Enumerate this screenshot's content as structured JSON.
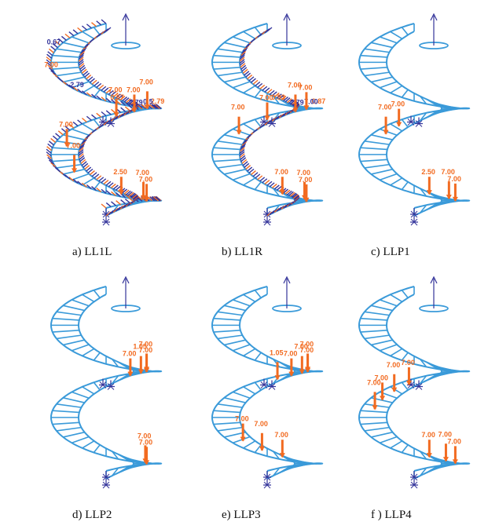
{
  "figure": {
    "colors": {
      "structure": "#3a9ad9",
      "load": "#f26b21",
      "line_load": "#33339a"
    },
    "panels": [
      {
        "id": "a",
        "caption": "a)  LL1L",
        "line_loads": "both-sides",
        "point_loads": [
          {
            "t": 0.11,
            "label": "7.00"
          },
          {
            "t": 0.16,
            "label": "7.00"
          },
          {
            "t": 0.22,
            "label": "2.50"
          },
          {
            "t": 0.32,
            "label": "7.00"
          },
          {
            "t": 0.4,
            "label": "7.00"
          },
          {
            "t": 0.52,
            "label": "7.00"
          },
          {
            "t": 0.56,
            "label": "7.00"
          },
          {
            "t": 0.62,
            "label": "7.00"
          }
        ],
        "scatter_labels": [
          "2.79",
          "2.79",
          "0.5",
          "0.67",
          "2.79",
          "7.00",
          "0.67"
        ]
      },
      {
        "id": "b",
        "caption": "b)  LL1R",
        "line_loads": "inner-side",
        "point_loads": [
          {
            "t": 0.1,
            "label": "7.00"
          },
          {
            "t": 0.16,
            "label": "7.00"
          },
          {
            "t": 0.22,
            "label": "7.00"
          },
          {
            "t": 0.44,
            "label": "7.00"
          },
          {
            "t": 0.5,
            "label": "7.00"
          },
          {
            "t": 0.56,
            "label": "7.00"
          },
          {
            "t": 0.6,
            "label": "7.00"
          }
        ],
        "scatter_labels": [
          "2.79",
          "0.87",
          "7.00",
          "0.93"
        ]
      },
      {
        "id": "c",
        "caption": "c)  LLP1",
        "line_loads": "none",
        "point_loads": [
          {
            "t": 0.12,
            "label": "7.00"
          },
          {
            "t": 0.17,
            "label": "7.00"
          },
          {
            "t": 0.22,
            "label": "2.50"
          },
          {
            "t": 0.44,
            "label": "7.00"
          },
          {
            "t": 0.47,
            "label": "7.00"
          }
        ],
        "scatter_labels": []
      },
      {
        "id": "d",
        "caption": "d)  LLP2",
        "line_loads": "none",
        "point_loads": [
          {
            "t": 0.11,
            "label": "7.00"
          },
          {
            "t": 0.15,
            "label": "7.00"
          },
          {
            "t": 0.55,
            "label": "7.00"
          },
          {
            "t": 0.58,
            "label": "1.05"
          },
          {
            "t": 0.61,
            "label": "7.00"
          },
          {
            "t": 0.64,
            "label": "7.00"
          }
        ],
        "scatter_labels": []
      },
      {
        "id": "e",
        "caption": "e)  LLP3",
        "line_loads": "none",
        "point_loads": [
          {
            "t": 0.22,
            "label": "7.00"
          },
          {
            "t": 0.26,
            "label": "7.00"
          },
          {
            "t": 0.3,
            "label": "7.00"
          },
          {
            "t": 0.52,
            "label": "1.05"
          },
          {
            "t": 0.55,
            "label": "7.00"
          },
          {
            "t": 0.58,
            "label": "7.00"
          },
          {
            "t": 0.61,
            "label": "7.00"
          },
          {
            "t": 0.64,
            "label": "7.00"
          }
        ],
        "scatter_labels": []
      },
      {
        "id": "f",
        "caption": "f )  LLP4",
        "line_loads": "none",
        "point_loads": [
          {
            "t": 0.13,
            "label": "7.00"
          },
          {
            "t": 0.18,
            "label": "7.00"
          },
          {
            "t": 0.22,
            "label": "7.00"
          },
          {
            "t": 0.4,
            "label": "7.00"
          },
          {
            "t": 0.43,
            "label": "7.00"
          },
          {
            "t": 0.46,
            "label": "7.00"
          },
          {
            "t": 0.49,
            "label": "7.00"
          }
        ],
        "scatter_labels": []
      }
    ]
  }
}
